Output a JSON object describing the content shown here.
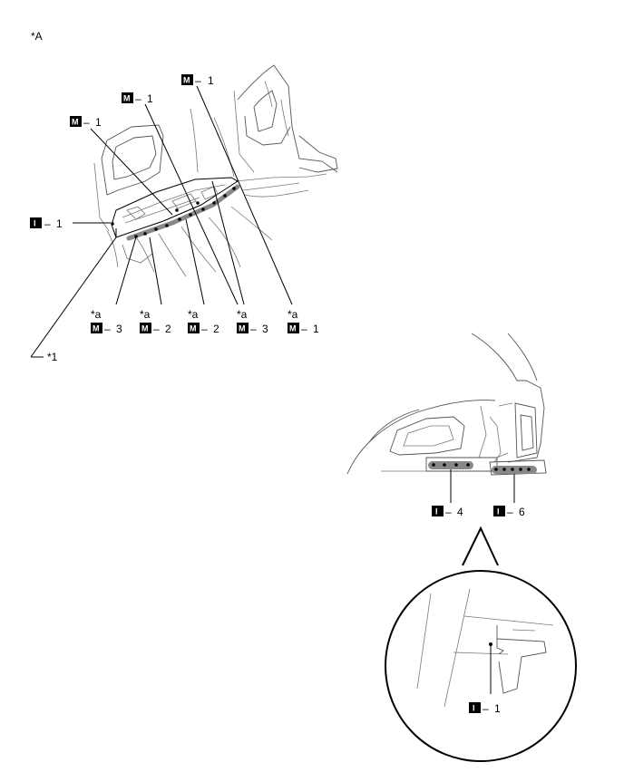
{
  "figure_label": "*A",
  "legend_ref": "*1",
  "callouts_top": [
    {
      "badge": "M",
      "num": "1"
    },
    {
      "badge": "M",
      "num": "1"
    },
    {
      "badge": "M",
      "num": "1"
    },
    {
      "badge": "I",
      "num": "1"
    }
  ],
  "callouts_bottom": [
    {
      "prefix": "*a",
      "badge": "M",
      "num": "3"
    },
    {
      "prefix": "*a",
      "badge": "M",
      "num": "2"
    },
    {
      "prefix": "*a",
      "badge": "M",
      "num": "2"
    },
    {
      "prefix": "*a",
      "badge": "M",
      "num": "3"
    },
    {
      "prefix": "*a",
      "badge": "M",
      "num": "1"
    }
  ],
  "callouts_right": [
    {
      "badge": "I",
      "num": "4"
    },
    {
      "badge": "I",
      "num": "6"
    }
  ],
  "callout_detail": {
    "badge": "I",
    "num": "1"
  },
  "dash": "–",
  "colors": {
    "line": "#555555",
    "badge_bg": "#000000",
    "weld_mark": "#888888"
  }
}
